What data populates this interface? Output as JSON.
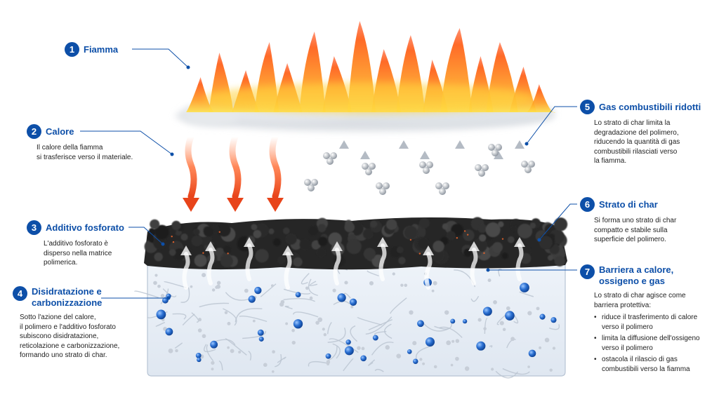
{
  "labels": [
    {
      "num": "1",
      "title": "Fiamma"
    },
    {
      "num": "2",
      "title": "Calore",
      "desc": "Il calore della fiamma\nsi trasferisce verso il materiale."
    },
    {
      "num": "3",
      "title": "Additivo fosforato",
      "desc": "L'additivo fosforato è\ndisperso nella matrice\npolimerica."
    },
    {
      "num": "4",
      "title": "Disidratazione e\ncarbonizzazione",
      "desc": "Sotto l'azione del calore,\nil polimero e l'additivo fosforato\nsubiscono disidratazione,\nreticolazione e carbonizzazione,\nformando uno strato di char."
    },
    {
      "num": "5",
      "title": "Gas combustibili ridotti",
      "desc": "Lo strato di char limita la\ndegradazione del polimero,\nriducendo la quantità di gas\ncombustibili rilasciati verso\nla fiamma."
    },
    {
      "num": "6",
      "title": "Strato di char",
      "desc": "Si forma uno strato di char\ncompatto e stabile sulla\nsuperficie del polimero."
    },
    {
      "num": "7",
      "title": "Barriera a calore,\nossigeno e gas",
      "desc": "Lo strato di char agisce come\nbarriera protettiva:",
      "bullets": [
        "riduce il trasferimento di calore\nverso il polimero",
        "limita la diffusione dell'ossigeno\nverso il polimero",
        "ostacola il rilascio di gas\ncombustibili verso la fiamma"
      ]
    }
  ],
  "colors": {
    "accent": "#0d4fa8",
    "flame_outer": "#ff7a1a",
    "flame_inner": "#ffd23a",
    "heat_arrow": "#e8441a",
    "char": "#262626",
    "particle": "#2a6fd1"
  }
}
